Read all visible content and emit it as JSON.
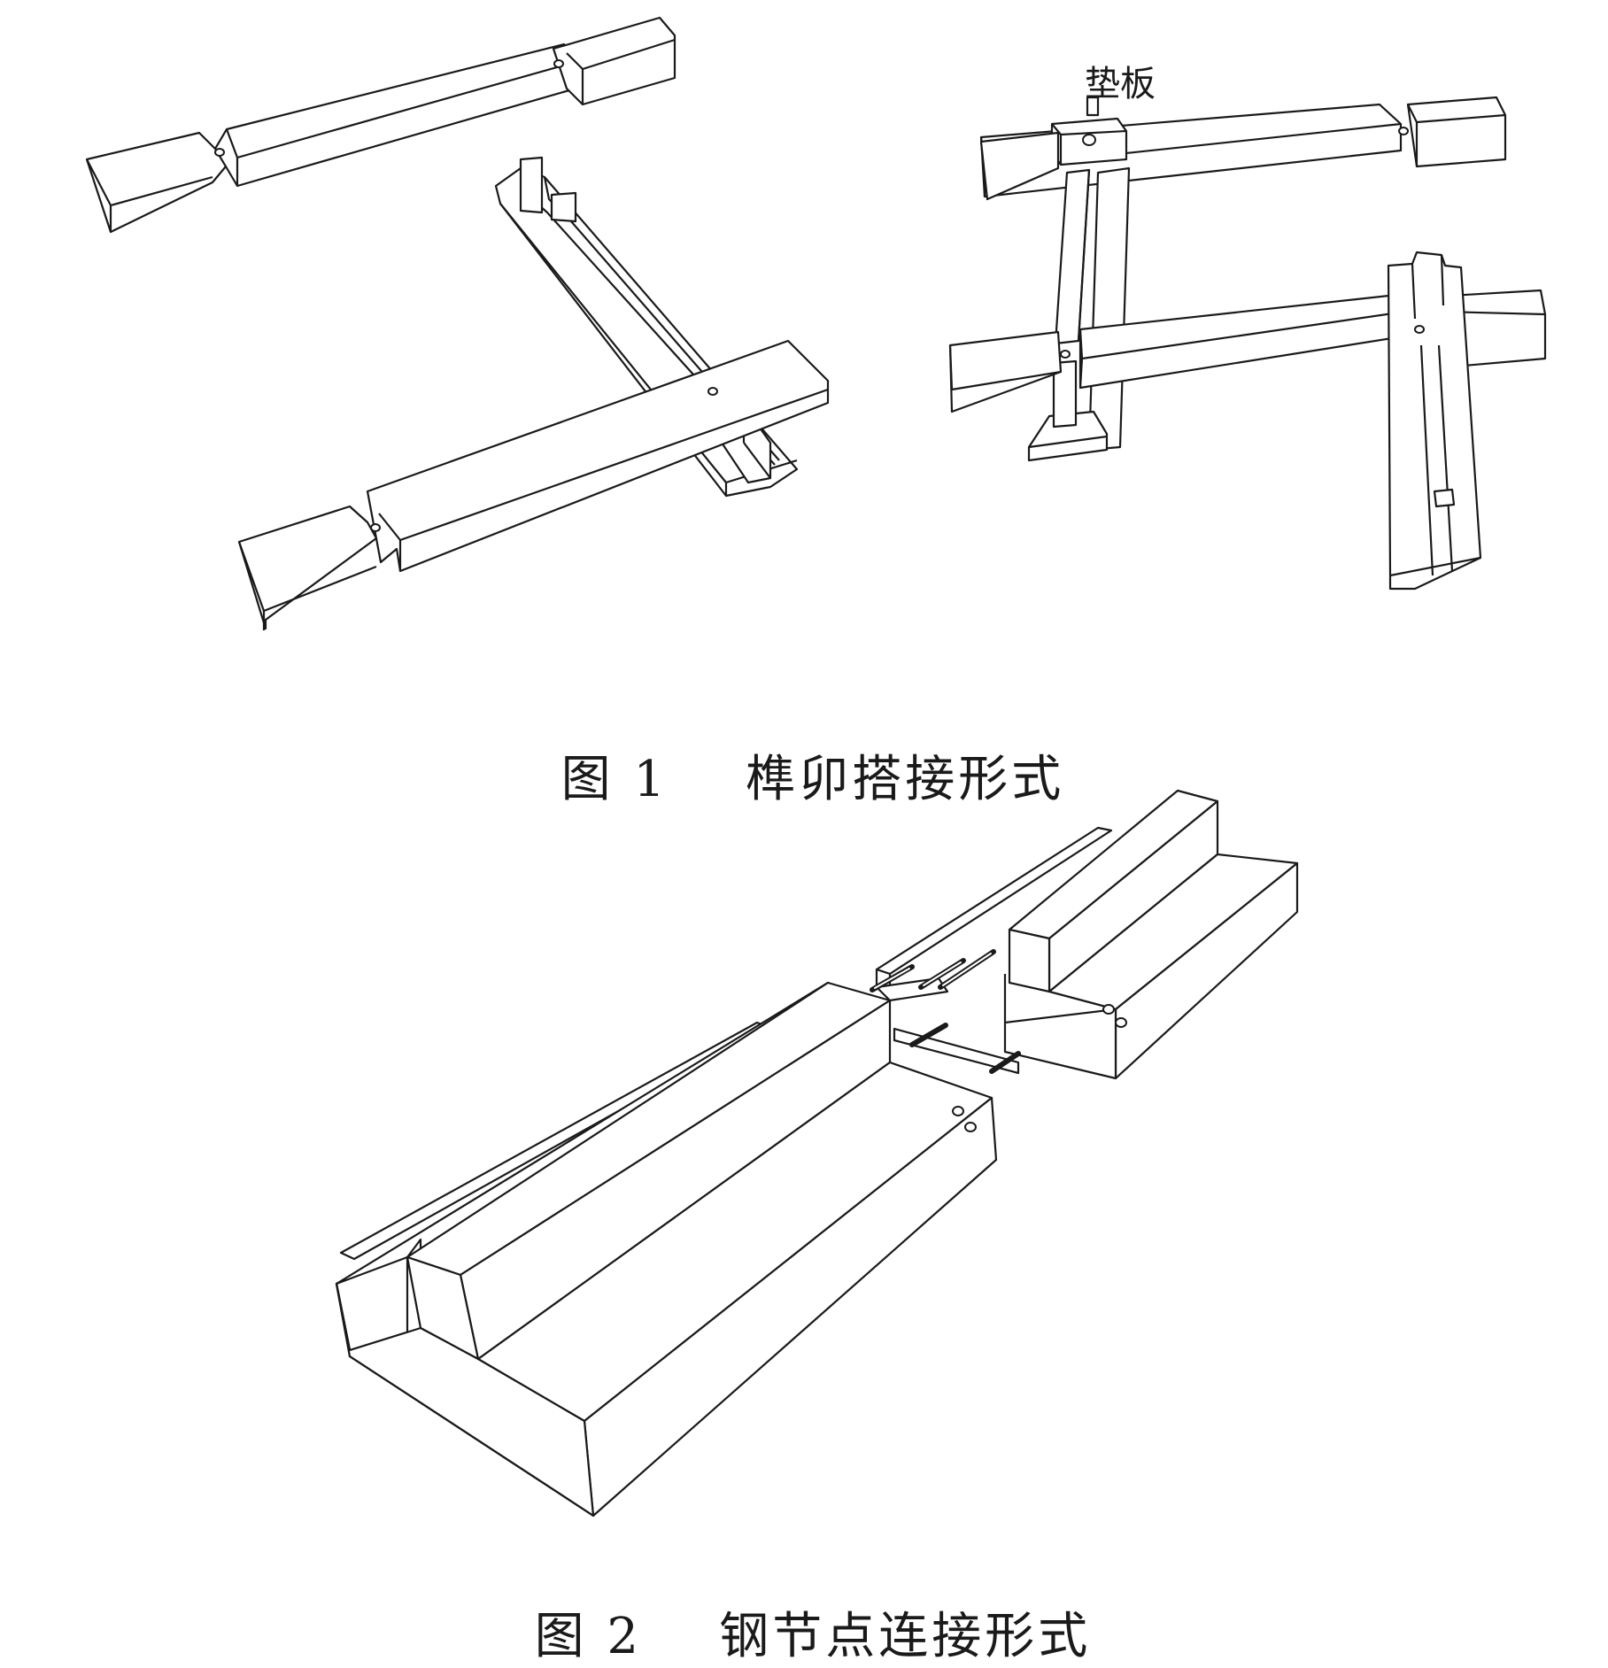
{
  "figure1": {
    "caption_number": "图 1",
    "caption_title": "榫卯搭接形式",
    "label_pad": "垫板"
  },
  "figure2": {
    "caption_number": "图 2",
    "caption_title": "钢节点连接形式"
  }
}
